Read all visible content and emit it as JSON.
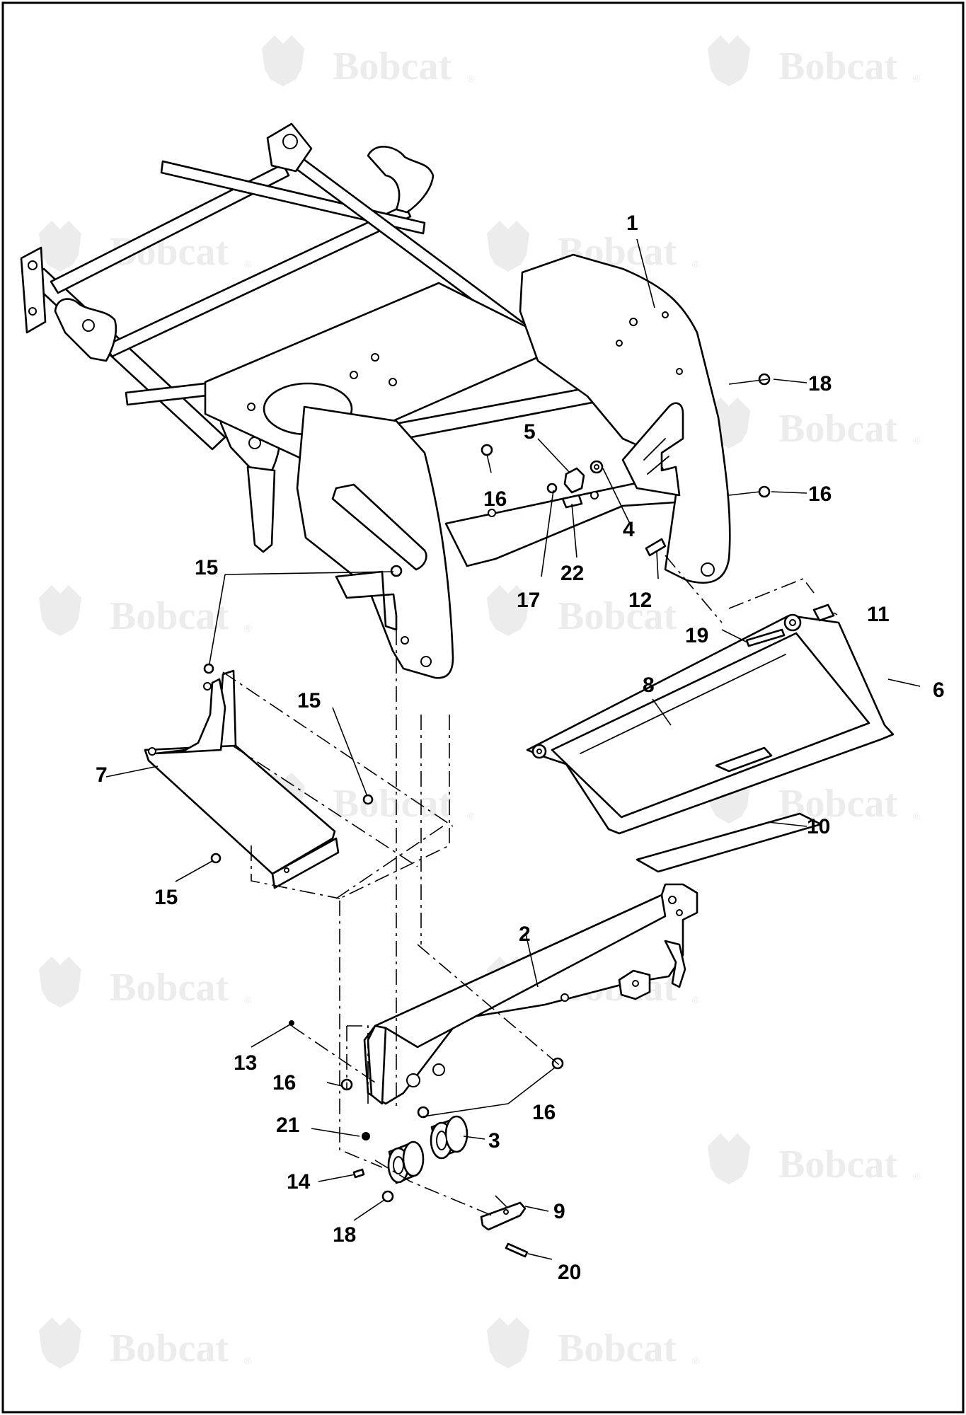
{
  "watermark": {
    "brand": "Bobcat",
    "registered_mark": "®",
    "color": "#ececec",
    "icon": "bobcat-head-logo"
  },
  "diagram": {
    "line_color": "#000000",
    "background": "#ffffff",
    "callouts": [
      "1",
      "2",
      "3",
      "4",
      "5",
      "6",
      "7",
      "8",
      "9",
      "10",
      "11",
      "12",
      "13",
      "14",
      "15",
      "16",
      "17",
      "18",
      "19",
      "20",
      "21",
      "22"
    ],
    "labels": {
      "c1": "1",
      "c18a": "18",
      "c5": "5",
      "c16a": "16",
      "c16b": "16",
      "c4": "4",
      "c22": "22",
      "c17": "17",
      "c12": "12",
      "c15a": "15",
      "c11": "11",
      "c19": "19",
      "c15b": "15",
      "c8": "8",
      "c6": "6",
      "c7": "7",
      "c10": "10",
      "c15c": "15",
      "c2": "2",
      "c13": "13",
      "c16c": "16",
      "c16d": "16",
      "c21": "21",
      "c3": "3",
      "c14": "14",
      "c9": "9",
      "c18b": "18",
      "c20": "20"
    }
  }
}
